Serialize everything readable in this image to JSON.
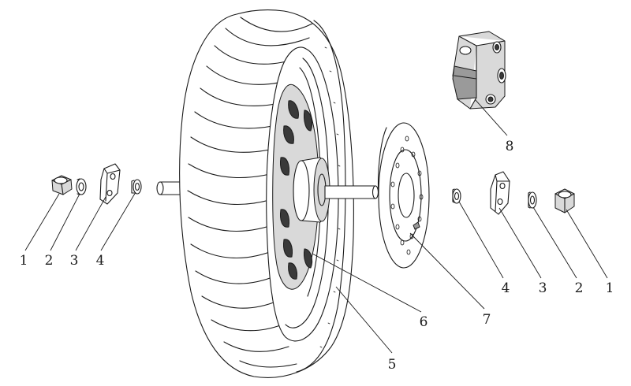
{
  "callouts": {
    "left_1": "1",
    "left_2": "2",
    "left_3": "3",
    "left_4": "4",
    "tire": "5",
    "hub": "6",
    "brake_disc": "7",
    "caliper": "8",
    "right_4": "4",
    "right_3": "3",
    "right_2": "2",
    "right_1": "1"
  },
  "colors": {
    "line": "#1a1a1a",
    "background": "#ffffff",
    "shade_light": "#d9d9d9",
    "shade_mid": "#9a9a9a"
  },
  "icons": [
    "nut",
    "washer",
    "plate",
    "spring-washer",
    "axle",
    "tire",
    "rim",
    "hub-motor",
    "brake-disc",
    "brake-caliper"
  ]
}
